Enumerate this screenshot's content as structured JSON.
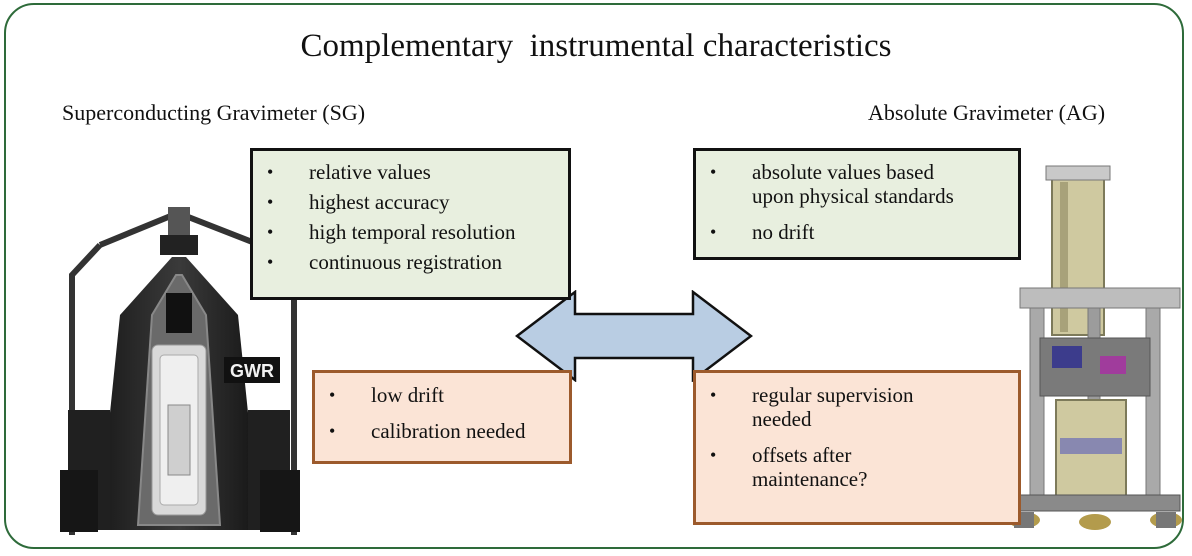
{
  "title": "Complementary  instrumental characteristics",
  "left_heading": "Superconducting Gravimeter (SG)",
  "right_heading": "Absolute Gravimeter (AG)",
  "bullet_glyph": "•",
  "sg_strengths": [
    "relative values",
    "highest accuracy",
    "high temporal resolution",
    "continuous registration"
  ],
  "ag_strengths": [
    "absolute values based upon physical standards",
    "no drift"
  ],
  "sg_weaknesses": [
    "low drift",
    "calibration needed"
  ],
  "ag_weaknesses": [
    "regular supervision needed",
    "offsets after maintenance?"
  ],
  "sg_logo_text": "GWR",
  "colors": {
    "frame": "#2e6b3a",
    "strength_box_fill": "#e8efdf",
    "weakness_box_fill": "#fbe4d6",
    "weakness_box_border": "#9c5a2c",
    "arrow_fill": "#b9cde3"
  }
}
